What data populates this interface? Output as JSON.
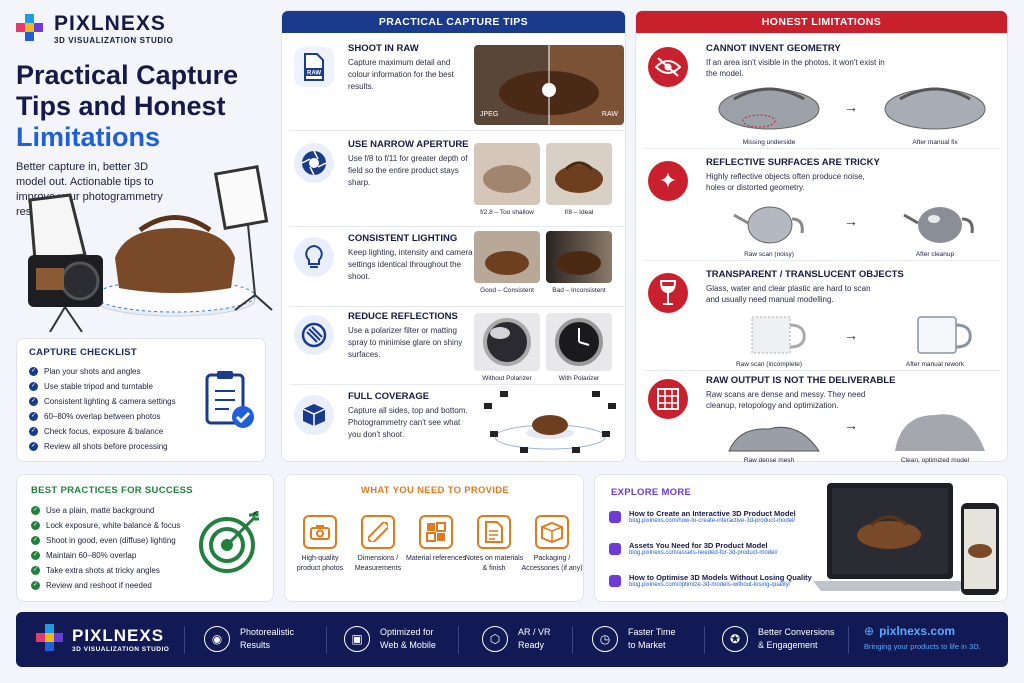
{
  "brand": {
    "name": "PIXLNEXS",
    "tagline": "3D VISUALIZATION STUDIO"
  },
  "hero": {
    "title_line1": "Practical Capture",
    "title_line2": "Tips and Honest",
    "title_line3": "Limitations",
    "intro": "Better capture in, better 3D model out. Actionable tips to improve your photogrammetry results."
  },
  "checklist": {
    "title": "CAPTURE CHECKLIST",
    "items": [
      "Plan your shots and angles",
      "Use stable tripod and turntable",
      "Consistent lighting & camera settings",
      "60–80% overlap between photos",
      "Check focus, exposure & balance",
      "Review all shots before processing"
    ]
  },
  "tips": {
    "title": "PRACTICAL CAPTURE TIPS",
    "items": [
      {
        "title": "SHOOT IN RAW",
        "text": "Capture maximum detail and colour information for the best results.",
        "icon": "raw-file-icon",
        "labels": [
          "JPEG",
          "RAW"
        ]
      },
      {
        "title": "USE NARROW APERTURE",
        "text": "Use f/8 to f/11 for greater depth of field so the entire product stays sharp.",
        "icon": "aperture-icon",
        "labels": [
          "f/2.8 – Too shallow",
          "f/8 – Ideal"
        ]
      },
      {
        "title": "CONSISTENT LIGHTING",
        "text": "Keep lighting, intensity and camera settings identical throughout the shoot.",
        "icon": "lightbulb-icon",
        "labels": [
          "Good – Consistent",
          "Bad – Inconsistent"
        ]
      },
      {
        "title": "REDUCE REFLECTIONS",
        "text": "Use a polarizer filter or matting spray to minimise glare on shiny surfaces.",
        "icon": "polarizer-icon",
        "labels": [
          "Without Polarizer",
          "With Polarizer"
        ]
      },
      {
        "title": "FULL COVERAGE",
        "text": "Capture all sides, top and bottom. Photogrammetry can't see what you don't shoot.",
        "icon": "cube-icon",
        "labels": []
      }
    ]
  },
  "limits": {
    "title": "HONEST LIMITATIONS",
    "items": [
      {
        "title": "CANNOT INVENT GEOMETRY",
        "text": "If an area isn't visible in the photos, it won't exist in the model.",
        "icon": "hidden-eye-icon",
        "labels": [
          "Missing underside",
          "After manual fix"
        ]
      },
      {
        "title": "REFLECTIVE SURFACES ARE TRICKY",
        "text": "Highly reflective objects often produce noise, holes or distorted geometry.",
        "icon": "sparkle-icon",
        "labels": [
          "Raw scan (noisy)",
          "After cleanup"
        ]
      },
      {
        "title": "TRANSPARENT / TRANSLUCENT OBJECTS",
        "text": "Glass, water and clear plastic are hard to scan and usually need manual modelling.",
        "icon": "wine-glass-icon",
        "labels": [
          "Raw scan (incomplete)",
          "After manual rework"
        ]
      },
      {
        "title": "RAW OUTPUT IS NOT THE DELIVERABLE",
        "text": "Raw scans are dense and messy. They need cleanup, retopology and optimization.",
        "icon": "grid-icon",
        "labels": [
          "Raw dense mesh",
          "Clean, optimized model"
        ]
      }
    ]
  },
  "practices": {
    "title": "BEST PRACTICES FOR SUCCESS",
    "items": [
      "Use a plain, matte background",
      "Lock exposure, white balance & focus",
      "Shoot in good, even (diffuse) lighting",
      "Maintain 60–80% overlap",
      "Take extra shots at tricky angles",
      "Review and reshoot if needed"
    ]
  },
  "needs": {
    "title": "WHAT YOU NEED TO PROVIDE",
    "items": [
      {
        "label": "High-quality product photos",
        "icon": "camera-icon"
      },
      {
        "label": "Dimensions / Measurements",
        "icon": "ruler-icon"
      },
      {
        "label": "Material references",
        "icon": "swatches-icon"
      },
      {
        "label": "Notes on materials & finish",
        "icon": "notes-icon"
      },
      {
        "label": "Packaging / Accessories (if any)",
        "icon": "box-icon"
      }
    ]
  },
  "explore": {
    "title": "EXPLORE MORE",
    "links": [
      {
        "title": "How to Create an Interactive 3D Product Model",
        "url": "blog.pixlnexs.com/how-to-create-interactive-3d-product-model/"
      },
      {
        "title": "Assets You Need for 3D Product Model",
        "url": "blog.pixlnexs.com/assets-needed-for-3d-product-model/"
      },
      {
        "title": "How to Optimise 3D Models Without Losing Quality",
        "url": "blog.pixlnexs.com/optimize-3d-models-without-losing-quality/"
      }
    ]
  },
  "footer": {
    "features": [
      "Photorealistic Results",
      "Optimized for Web & Mobile",
      "AR / VR Ready",
      "Faster Time to Market",
      "Better Conversions & Engagement"
    ],
    "site": "pixlnexs.com",
    "tagline": "Bringing your products to life in 3D."
  },
  "colors": {
    "navy": "#111a55",
    "blue": "#1f5fd8",
    "red": "#c8202c",
    "green": "#22803e",
    "orange": "#e07a1f"
  }
}
